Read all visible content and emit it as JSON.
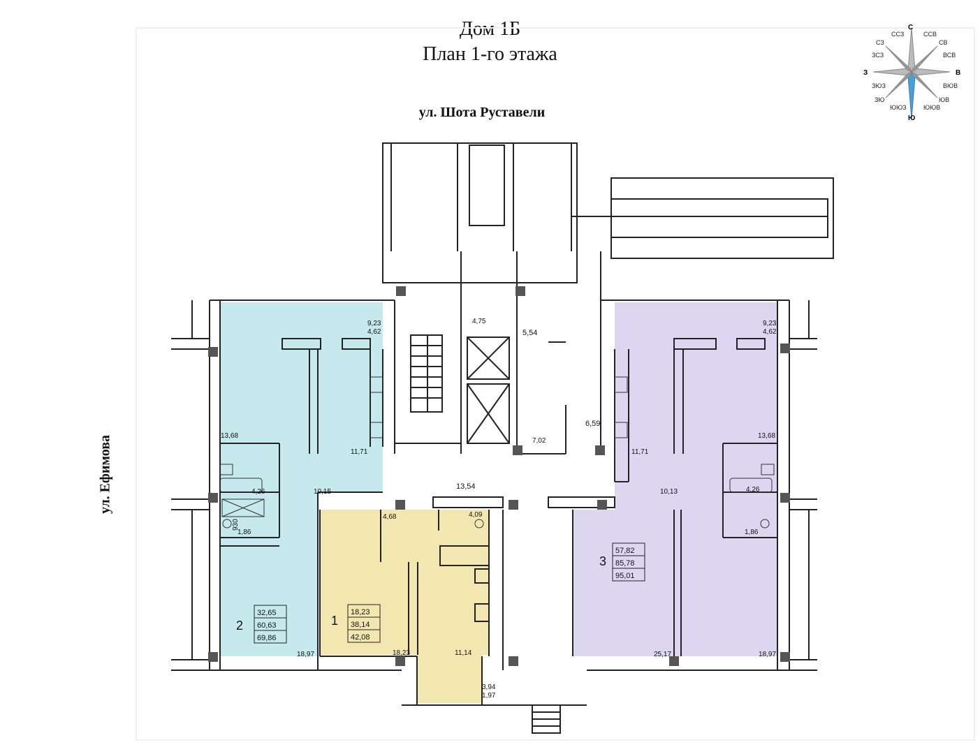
{
  "header": {
    "title": "Дом 1Б",
    "subtitle": "План 1-го этажа"
  },
  "streets": {
    "top": "ул. Шота Руставели",
    "left": "ул. Ефимова"
  },
  "compass": {
    "n": "С",
    "s": "Ю",
    "w": "З",
    "e": "В",
    "ssw": "ССЗ",
    "sse": "ССВ",
    "nw": "СЗ",
    "ne": "СВ",
    "wnw": "ЗСЗ",
    "ene": "ВСВ",
    "wsw": "ЗЮЗ",
    "ese": "ВЮВ",
    "sw": "ЗЮ",
    "se": "ЮВ",
    "ssw2": "ЮЮЗ",
    "sse2": "ЮЮВ",
    "needle_color": "#4a9fd6"
  },
  "colors": {
    "apt1": "#f2e7b0",
    "apt2": "#c5e9ec",
    "apt3": "#dcd6f1",
    "wall": "#ffffff",
    "line": "#222222"
  },
  "apartments": {
    "a1": {
      "num": "1",
      "living": "18,23",
      "total": "38,14",
      "full": "42,08"
    },
    "a2": {
      "num": "2",
      "living": "32,65",
      "total": "60,63",
      "full": "69,86"
    },
    "a3": {
      "num": "3",
      "living": "57,82",
      "total": "85,78",
      "full": "95,01"
    }
  },
  "rooms": {
    "l_923": "9,23",
    "l_462": "4,62",
    "l_1368": "13,68",
    "l_1171": "11,71",
    "l_426": "4,26",
    "l_1015": "10,15",
    "l_930": "930",
    "l_186": "1,86",
    "l_1897": "18,97",
    "c_475": "4,75",
    "c_554": "5,54",
    "c_659": "6,59",
    "c_702": "7,02",
    "c_1354": "13,54",
    "m_468": "4,68",
    "m_409": "4,09",
    "m_1823": "18,23",
    "m_1114": "11,14",
    "m_394": "3,94",
    "m_197": "1,97",
    "r_923": "9,23",
    "r_462": "4,62",
    "r_1368": "13,68",
    "r_1171": "11,71",
    "r_426": "4,26",
    "r_1013": "10,13",
    "r_186": "1,86",
    "r_2517": "25,17",
    "r_1897": "18,97"
  }
}
